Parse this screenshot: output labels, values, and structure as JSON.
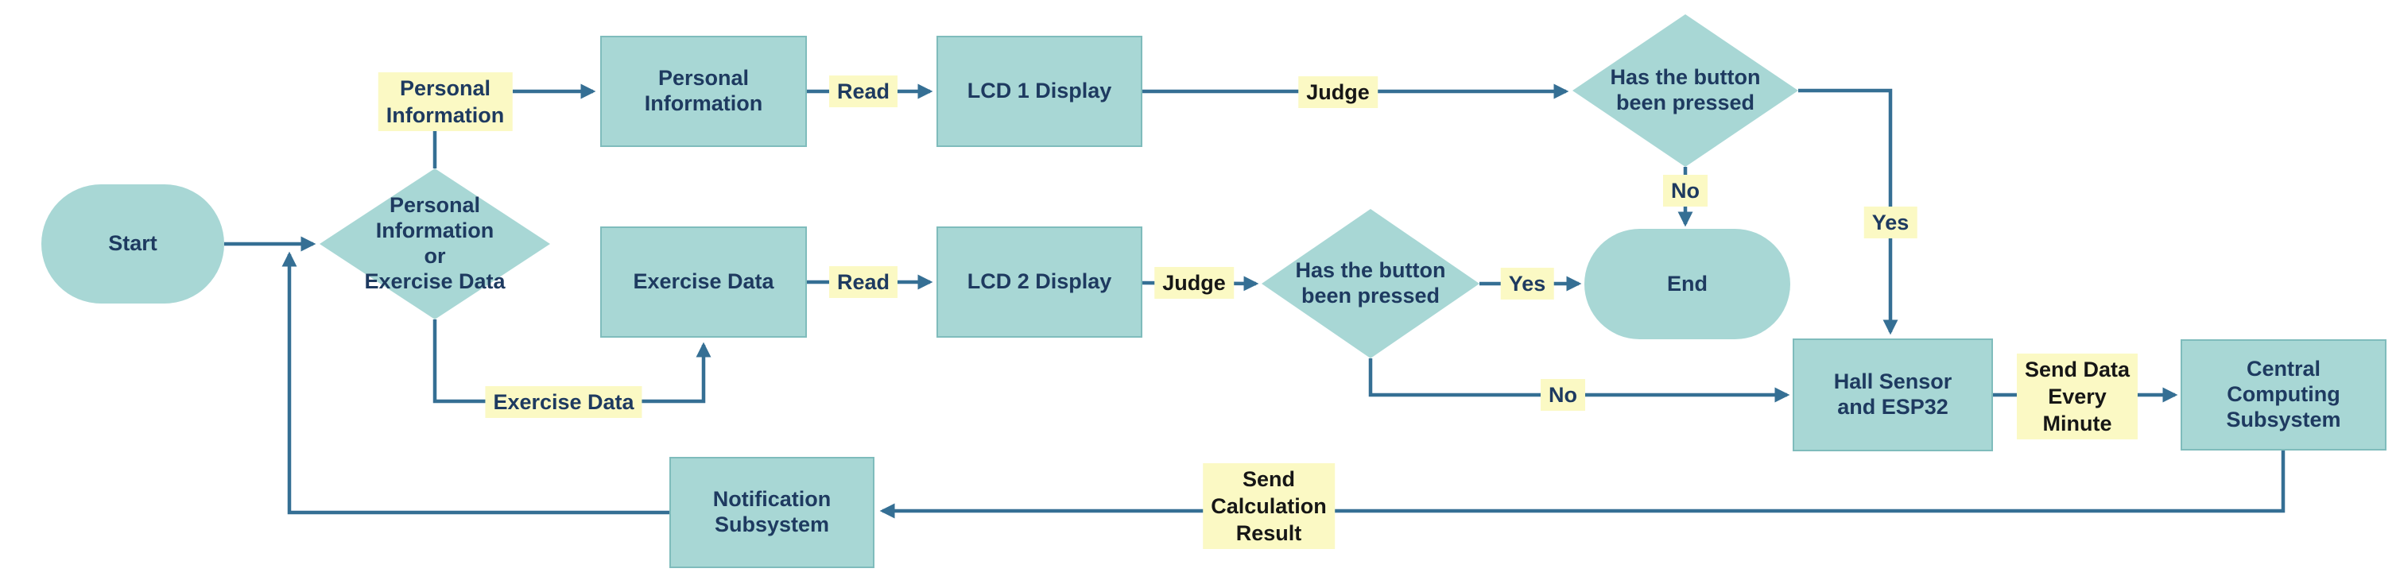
{
  "diagram": {
    "type": "flowchart",
    "colors": {
      "background": "#ffffff",
      "node_fill": "#a8d7d5",
      "node_border": "#7fbcbc",
      "connector": "#356f94",
      "label_bg": "#fbf9c4",
      "text_navy": "#1e3a60",
      "label_text_dark": "#161616"
    },
    "nodes": {
      "start": {
        "label": "Start",
        "shape": "stadium"
      },
      "decision_input": {
        "label": "Personal\nInformation\nor\nExercise Data",
        "shape": "diamond"
      },
      "personal_info": {
        "label": "Personal\nInformation",
        "shape": "rect"
      },
      "lcd1": {
        "label": "LCD 1 Display",
        "shape": "rect"
      },
      "button_pressed_1": {
        "label": "Has the button\nbeen pressed",
        "shape": "diamond"
      },
      "exercise_data": {
        "label": "Exercise Data",
        "shape": "rect"
      },
      "lcd2": {
        "label": "LCD 2 Display",
        "shape": "rect"
      },
      "button_pressed_2": {
        "label": "Has the button\nbeen pressed",
        "shape": "diamond"
      },
      "end": {
        "label": "End",
        "shape": "stadium"
      },
      "hall_sensor": {
        "label": "Hall Sensor\nand ESP32",
        "shape": "rect"
      },
      "central_computing": {
        "label": "Central\nComputing\nSubsystem",
        "shape": "rect"
      },
      "notification": {
        "label": "Notification\nSubsystem",
        "shape": "rect"
      }
    },
    "edge_labels": {
      "personal_information": {
        "label": "Personal\nInformation"
      },
      "read_1": {
        "label": "Read"
      },
      "judge_1": {
        "label": "Judge"
      },
      "no_1": {
        "label": "No"
      },
      "yes_1": {
        "label": "Yes"
      },
      "exercise_data": {
        "label": "Exercise Data"
      },
      "read_2": {
        "label": "Read"
      },
      "judge_2": {
        "label": "Judge"
      },
      "yes_2": {
        "label": "Yes"
      },
      "no_2": {
        "label": "No"
      },
      "send_data": {
        "label": "Send Data\nEvery\nMinute"
      },
      "send_calc": {
        "label": "Send\nCalculation\nResult"
      }
    }
  }
}
